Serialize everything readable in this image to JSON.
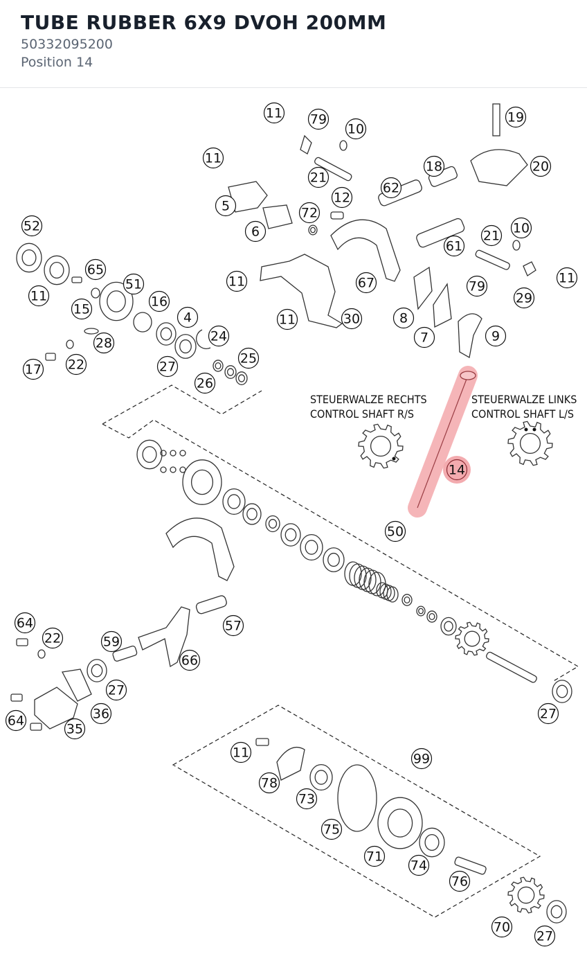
{
  "part": {
    "title": "TUBE RUBBER 6X9 DVOH 200MM",
    "number": "50332095200",
    "position_label": "Position 14"
  },
  "diagram": {
    "highlight_color": "#f2a2a6",
    "highlighted_callout": "14",
    "shaft_labels": {
      "right_de": "STEUERWALZE RECHTS",
      "right_en": "CONTROL SHAFT R/S",
      "left_de": "STEUERWALZE LINKS",
      "left_en": "CONTROL SHAFT L/S"
    },
    "callouts": [
      "11",
      "79",
      "10",
      "19",
      "11",
      "21",
      "20",
      "18",
      "62",
      "5",
      "12",
      "72",
      "6",
      "21",
      "10",
      "61",
      "52",
      "65",
      "51",
      "11",
      "67",
      "11",
      "15",
      "16",
      "29",
      "79",
      "11",
      "4",
      "8",
      "9",
      "28",
      "24",
      "11",
      "30",
      "7",
      "25",
      "17",
      "22",
      "27",
      "26",
      "14",
      "50",
      "57",
      "64",
      "22",
      "59",
      "66",
      "27",
      "64",
      "36",
      "35",
      "27",
      "11",
      "99",
      "78",
      "73",
      "75",
      "71",
      "74",
      "76",
      "70",
      "27"
    ]
  }
}
